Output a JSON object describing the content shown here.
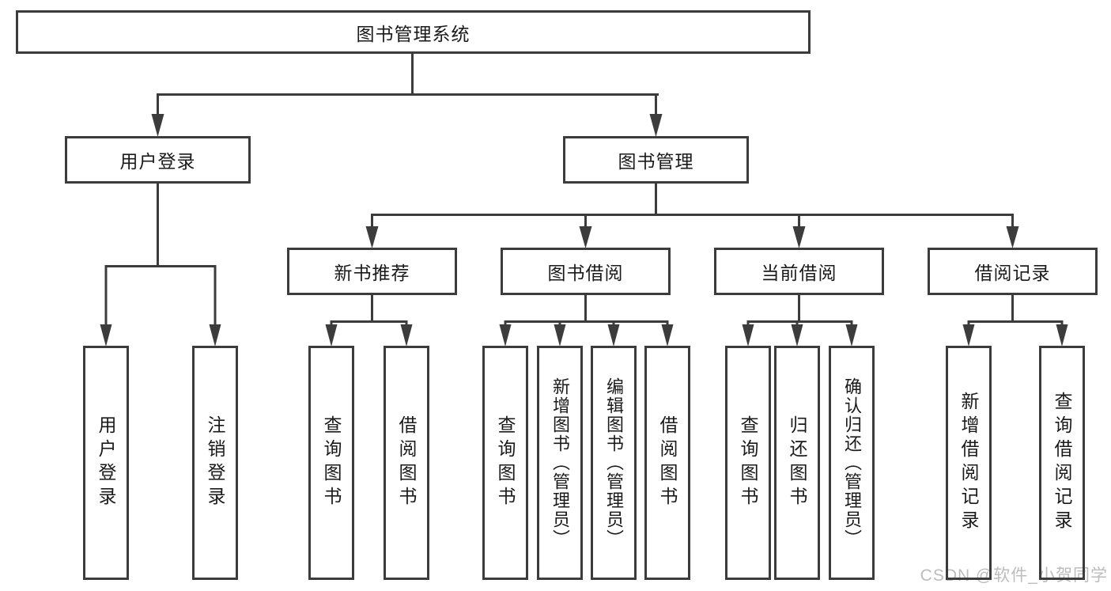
{
  "colors": {
    "line": "#3c3c3c",
    "text": "#1a1a1a",
    "watermark_gray": "#bdbcbc",
    "background": "#ffffff"
  },
  "watermark": "CSDN @软件_小贺同学",
  "tree": {
    "root": "图书管理系统",
    "level2": [
      {
        "label": "用户登录",
        "children": [
          "用户登录",
          "注销登录"
        ]
      },
      {
        "label": "图书管理",
        "groups": [
          {
            "label": "新书推荐",
            "children": [
              "查询图书",
              "借阅图书"
            ]
          },
          {
            "label": "图书借阅",
            "children": [
              "查询图书",
              "新增图书（管理员）",
              "编辑图书（管理员）",
              "借阅图书"
            ]
          },
          {
            "label": "当前借阅",
            "children": [
              "查询图书",
              "归还图书",
              "确认归还（管理员）"
            ]
          },
          {
            "label": "借阅记录",
            "children": [
              "新增借阅记录",
              "查询借阅记录"
            ]
          }
        ]
      }
    ]
  }
}
